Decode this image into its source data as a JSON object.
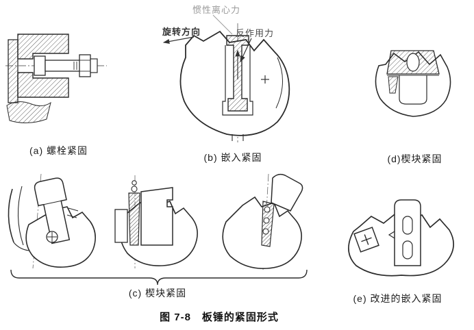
{
  "figure": {
    "caption": "图 7-8　板锤的紧固形式",
    "sub_labels": {
      "a": "(a) 螺栓紧固",
      "b": "(b) 嵌入紧固",
      "c": "(c) 楔块紧固",
      "d": "(d)楔块紧固",
      "e": "(e) 改进的嵌入紧固"
    },
    "annotations": {
      "centrifugal": "惯性离心力",
      "rotation": "旋转方向",
      "reaction": "反作用力"
    },
    "colors": {
      "ink": "#2b2b2b",
      "annotation_gray": "#9a9a9a",
      "background": "#ffffff"
    }
  }
}
